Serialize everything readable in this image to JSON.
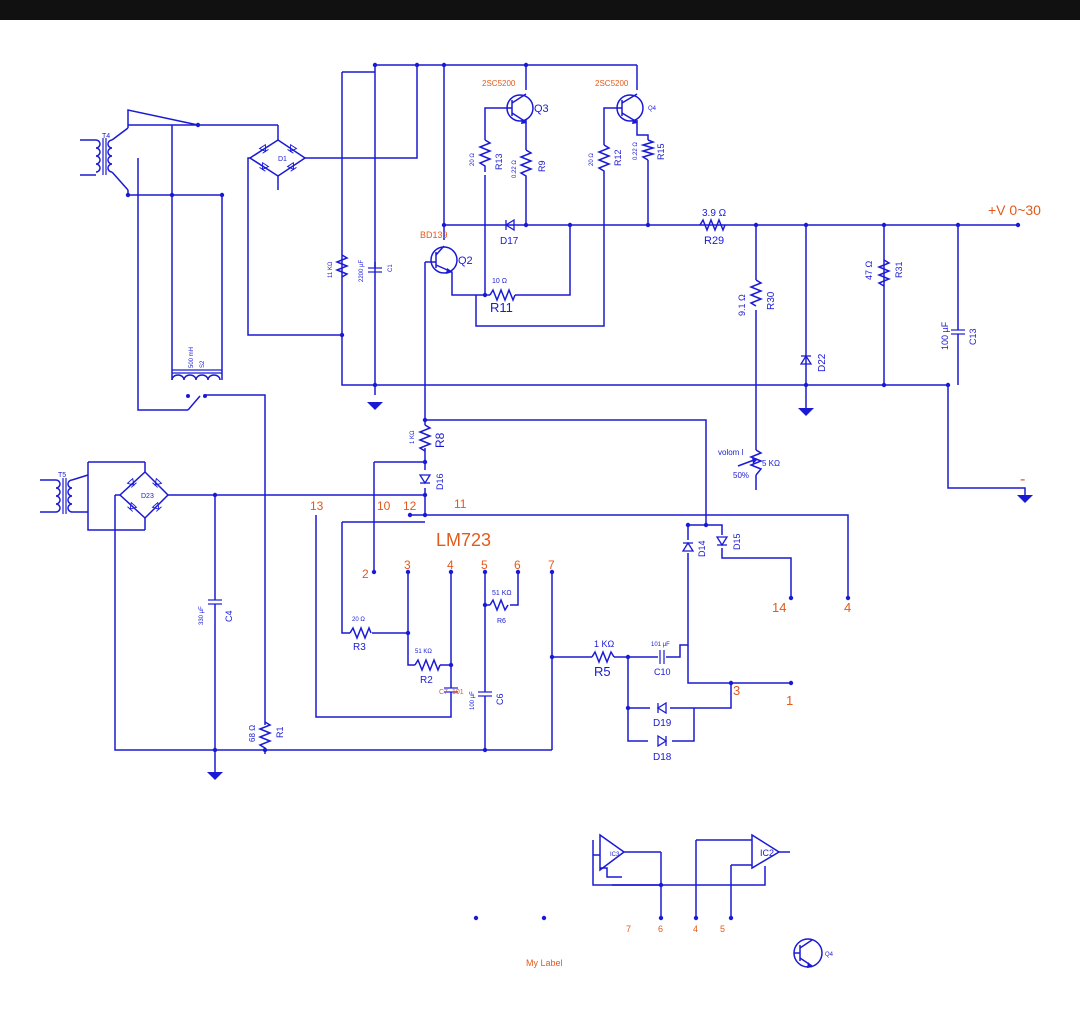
{
  "title": "LM723",
  "output": {
    "plus": "+V  0~30",
    "minus": "-"
  },
  "labels": {
    "T4": "T4",
    "T5": "T5",
    "D1": "D1",
    "D23": "D23",
    "S2": "S2",
    "S2_value": "500 mH",
    "C1": "C1",
    "C1_value": "2200 µF",
    "R11k": "11 KΩ",
    "Q3_part": "2SC5200",
    "Q3": "Q3",
    "Q4_part": "2SC5200",
    "Q4": "Q4",
    "R13": "R13",
    "R13_value": "20 Ω",
    "R9": "R9",
    "R9_value": "0.22 Ω",
    "R12": "R12",
    "R12_value": "20 Ω",
    "R15": "R15",
    "R15_value": "0.22 Ω",
    "D17": "D17",
    "Q2_part": "BD139",
    "Q2": "Q2",
    "R11": "R11",
    "R11_value": "10 Ω",
    "R29": "R29",
    "R29_value": "3.9 Ω",
    "R30": "R30",
    "R30_value": "9.1 Ω",
    "D22": "D22",
    "R31": "R31",
    "R31_value": "47 Ω",
    "C13": "C13",
    "C13_value": "100 µF",
    "R8": "R8",
    "R8_value": "1 KΩ",
    "D16": "D16",
    "volume": "volom l",
    "pot_value": "5 KΩ",
    "pot_percent": "50%",
    "D14": "D14",
    "D15": "D15",
    "C4": "C4",
    "C4_value": "330 µF",
    "R1": "R1",
    "R1_value": "68 Ω",
    "R3": "R3",
    "R3_value": "20 Ω",
    "R2": "R2",
    "R2_value": "51 KΩ",
    "R6": "R6",
    "R6_value": "51 KΩ",
    "C7": "C7",
    "C7_value": "101",
    "C6": "C6",
    "C6_value": "100 µF",
    "R5": "R5",
    "R5_value": "1 KΩ",
    "C10": "C10",
    "C10_value": "101 µF",
    "D19": "D19",
    "D18": "D18",
    "IC3": "IC3",
    "IC2": "IC2",
    "Q4b": "Q4",
    "my_label": "My Label"
  },
  "pins": {
    "p13": "13",
    "p10": "10",
    "p12": "12",
    "p11": "11",
    "p2": "2",
    "p3": "3",
    "p4": "4",
    "p5": "5",
    "p6": "6",
    "p7": "7",
    "p14": "14",
    "p4b": "4",
    "p3b": "3",
    "p1": "1",
    "b7": "7",
    "b6": "6",
    "b4": "4",
    "b5": "5"
  }
}
